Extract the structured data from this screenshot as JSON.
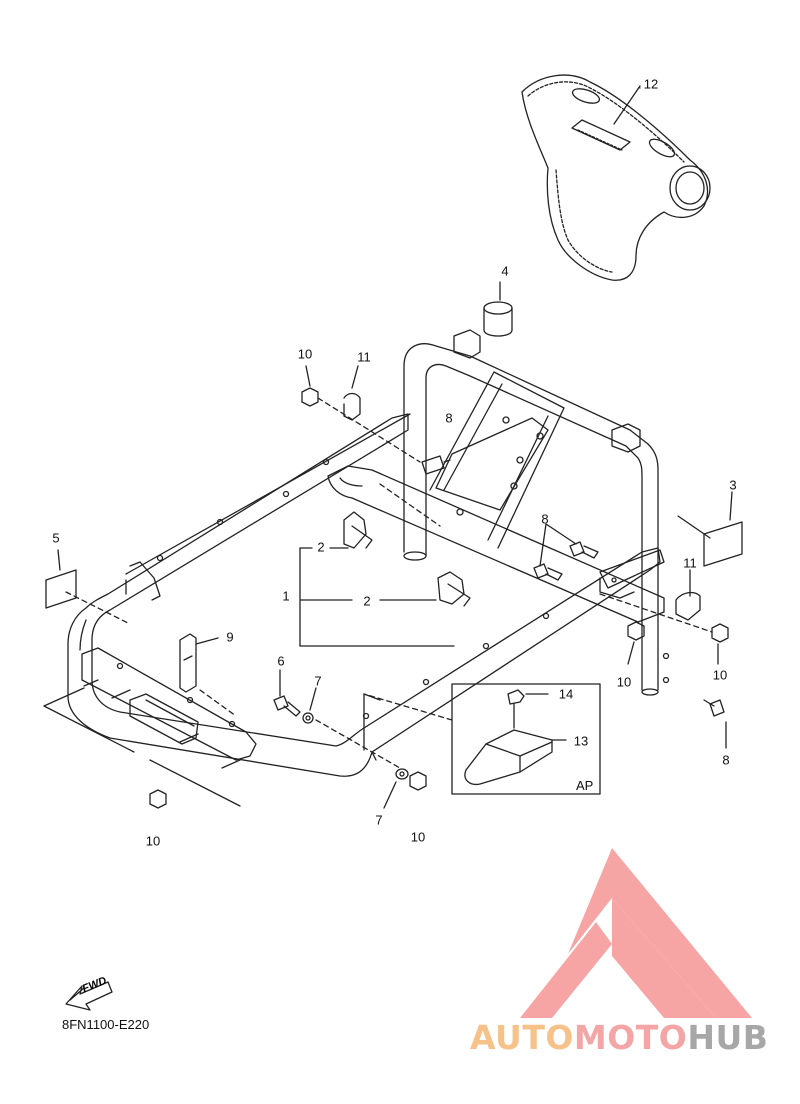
{
  "diagram": {
    "code": "8FN1100-E220",
    "inset_label": "AP",
    "fwd_label": "FWD",
    "callouts": {
      "c1": "1",
      "c2a": "2",
      "c2b": "2",
      "c3": "3",
      "c4": "4",
      "c5": "5",
      "c6": "6",
      "c7a": "7",
      "c7b": "7",
      "c8a": "8",
      "c8b": "8",
      "c8c": "8",
      "c9": "9",
      "c10a": "10",
      "c10b": "10",
      "c10c": "10",
      "c10d": "10",
      "c10e": "10",
      "c11a": "11",
      "c11b": "11",
      "c12": "12",
      "c13": "13",
      "c14": "14"
    }
  },
  "watermark": {
    "part1": "AUTO",
    "part2": "MOTO",
    "part3": "HUB",
    "colors": {
      "part1": "#f6c28a",
      "part2": "#f4a6a6",
      "part3": "#a7a7a7",
      "logo": "#f6a0a0"
    }
  }
}
